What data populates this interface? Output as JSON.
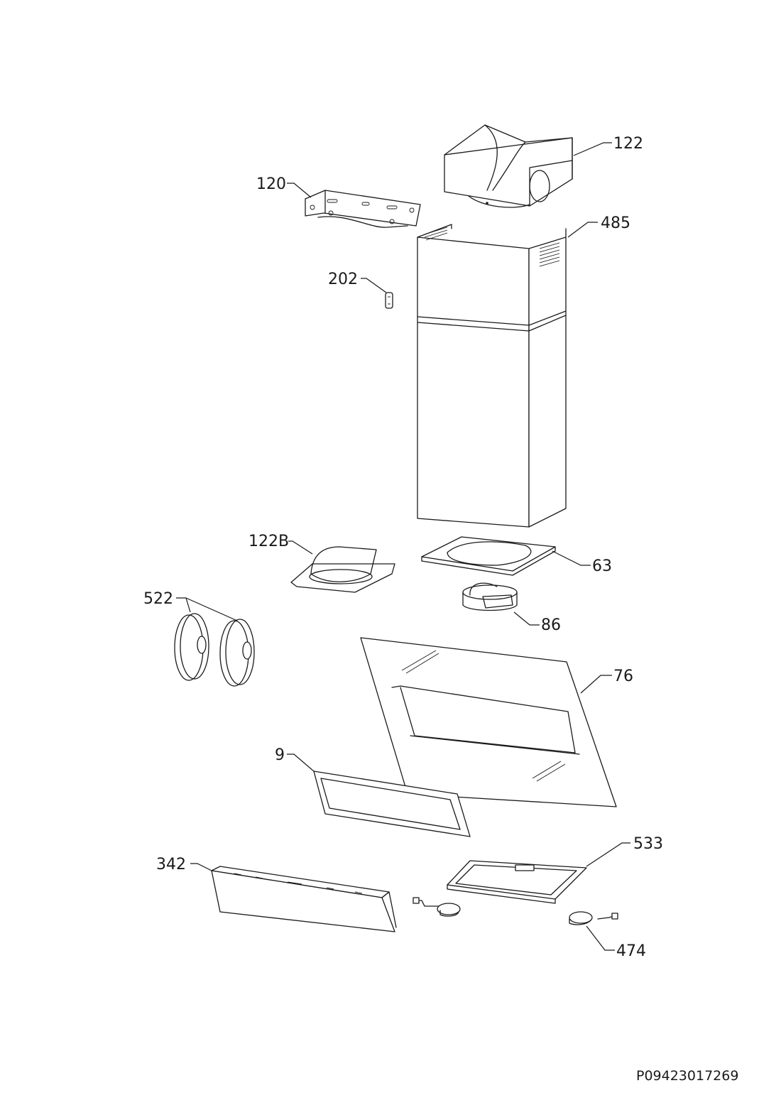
{
  "callouts": {
    "c122": "122",
    "c120": "120",
    "c485": "485",
    "c202": "202",
    "c122B": "122B",
    "c63": "63",
    "c522": "522",
    "c86": "86",
    "c76": "76",
    "c9": "9",
    "c533": "533",
    "c342": "342",
    "c474": "474"
  },
  "document_code": "P09423017269",
  "colors": {
    "line": "#1a1a1a",
    "background": "#ffffff"
  }
}
